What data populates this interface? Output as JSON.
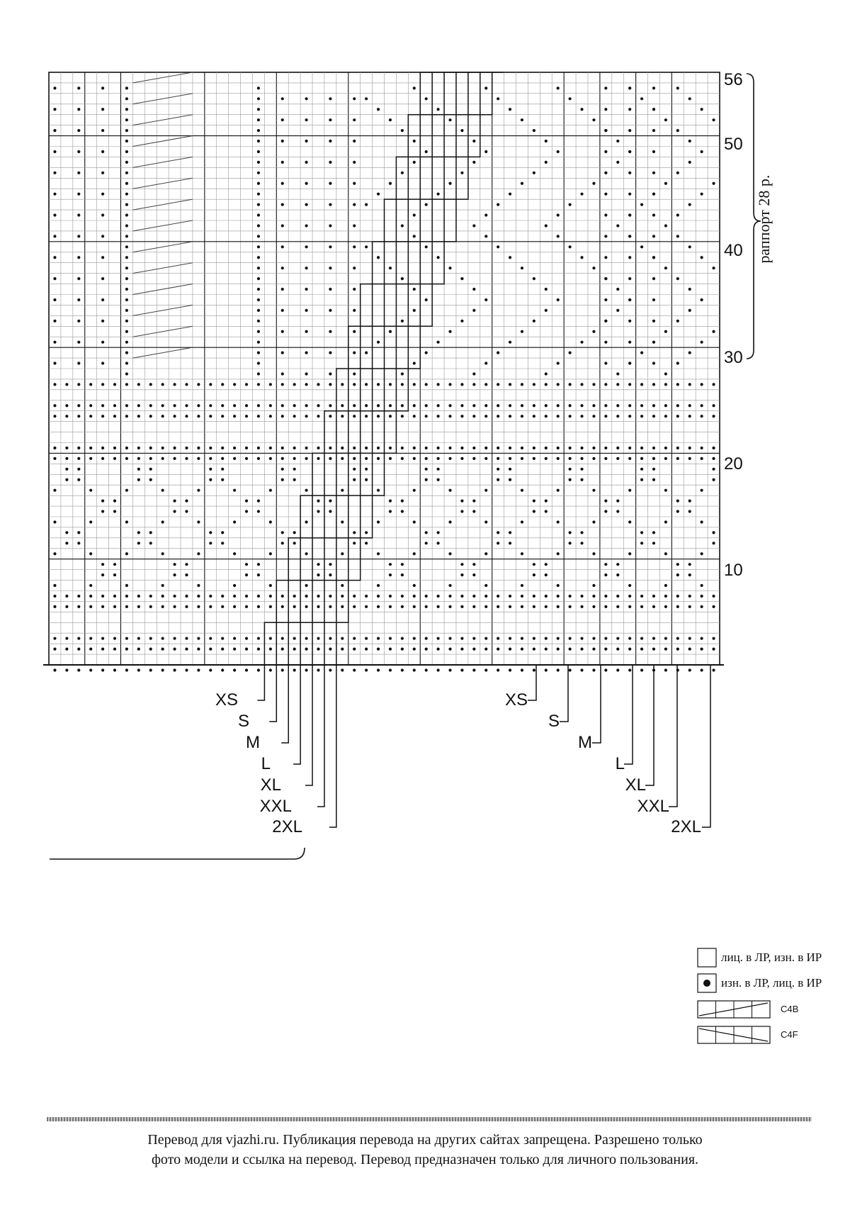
{
  "chart": {
    "columns": 56,
    "rows": 56,
    "row_numbers": [
      "56",
      "50",
      "40",
      "30",
      "20",
      "10"
    ],
    "repeat_label": "раппорт 28 р.",
    "left_sizes": [
      "XS",
      "S",
      "M",
      "L",
      "XL",
      "XXL",
      "2XL"
    ],
    "right_sizes": [
      "XS",
      "S",
      "M",
      "L",
      "XL",
      "XXL",
      "2XL"
    ]
  },
  "legend": [
    {
      "symbol": "blank-square",
      "text": "лиц. в ЛР, изн. в ИР"
    },
    {
      "symbol": "dot-square",
      "text": "изн. в ЛР, лиц. в ИР"
    },
    {
      "symbol": "cable-left",
      "text": "C4B"
    },
    {
      "symbol": "cable-right",
      "text": "C4F"
    }
  ],
  "footer": {
    "line1": "Перевод для vjazhi.ru. Публикация перевода на других сайтах запрещена. Разрешено только",
    "line2": "фото модели и ссылка на перевод.  Перевод предназначен только для личного пользования."
  },
  "colors": {
    "ink": "#111111",
    "grid": "#9a9a9a",
    "paper": "#ffffff"
  }
}
